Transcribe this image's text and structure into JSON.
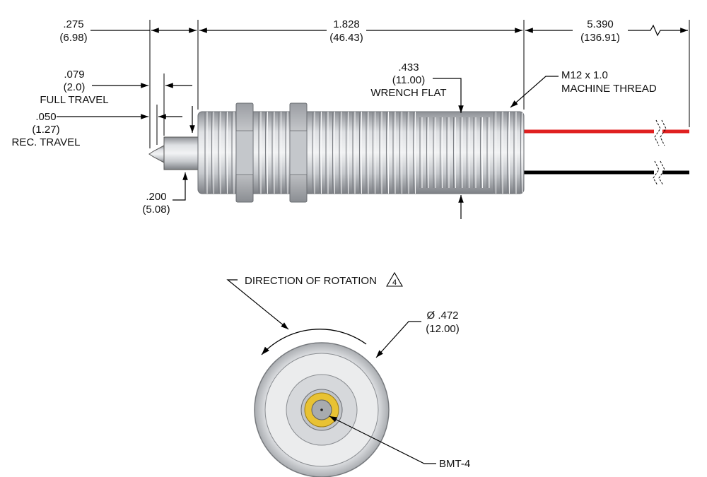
{
  "dimensions": {
    "overall_stroke": {
      "inch": ".275",
      "mm": "(6.98)"
    },
    "body_length": {
      "inch": "1.828",
      "mm": "(46.43)"
    },
    "lead_length": {
      "inch": "5.390",
      "mm": "(136.91)"
    },
    "full_travel": {
      "inch": ".079",
      "mm": "(2.0)",
      "label": "FULL TRAVEL"
    },
    "rec_travel": {
      "inch": ".050",
      "mm": "(1.27)",
      "label": "REC. TRAVEL"
    },
    "rod_diameter": {
      "inch": ".200",
      "mm": "(5.08)"
    },
    "wrench_flat": {
      "inch": ".433",
      "mm": "(11.00)",
      "label": "WRENCH FLAT"
    },
    "thread": {
      "line1": "M12 x 1.0",
      "line2": "MACHINE THREAD"
    },
    "diameter": {
      "inch": "Ø .472",
      "mm": "(12.00)"
    }
  },
  "end_view": {
    "rotation_label": "DIRECTION OF ROTATION",
    "note_number": "4",
    "button_label": "BMT-4"
  },
  "colors": {
    "lead_red": "#e02020",
    "lead_black": "#000000",
    "body_metal": "#b5b8bc",
    "button_gold": "#e8c233"
  }
}
